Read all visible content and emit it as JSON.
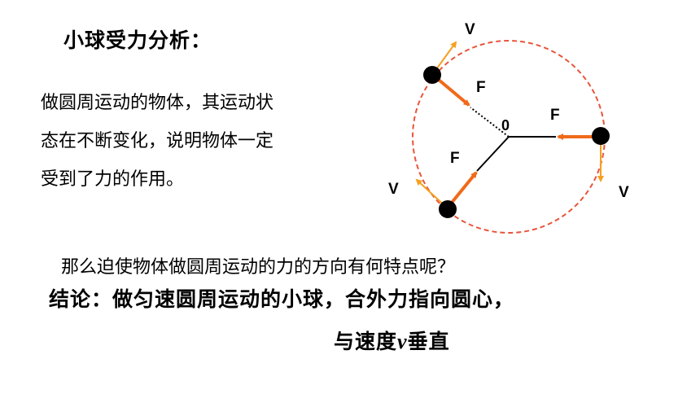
{
  "title": "小球受力分析：",
  "paragraph": [
    "做圆周运动的物体，其运动状",
    "态在不断变化，说明物体一定",
    "受到了力的作用。"
  ],
  "question": "那么迫使物体做圆周运动的力的方向有何特点呢？",
  "conclusion": {
    "line1": "结论：做匀速圆周运动的小球，合外力指向圆心，",
    "line2_prefix": "与速度",
    "line2_var": "v",
    "line2_suffix": "垂直"
  },
  "diagram": {
    "center_label": "0",
    "force_label": "F",
    "velocity_label": "V",
    "colors": {
      "circle": "#e8553a",
      "force_arrow": "#f06a1a",
      "velocity_arrow": "#f5a020",
      "radius": "#000000",
      "ball": "#000000"
    }
  }
}
